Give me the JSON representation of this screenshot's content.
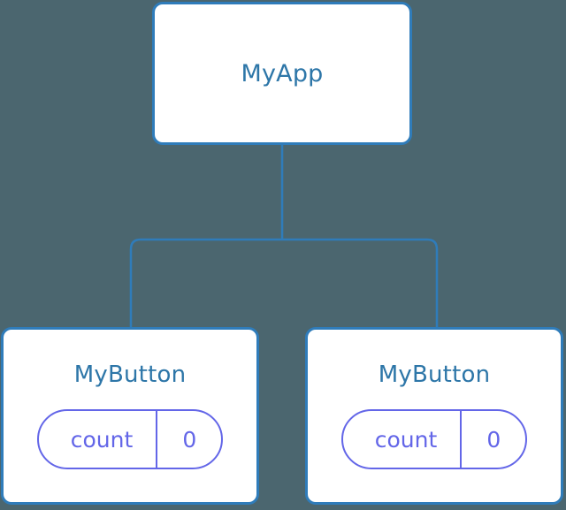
{
  "diagram": {
    "type": "component-tree",
    "background_color": "#4b666f",
    "node_border_color": "#2f7cba",
    "node_text_color": "#2d76a8",
    "state_color": "#6366e8",
    "connector_color": "#2f7cba",
    "root": {
      "label": "MyApp"
    },
    "children": [
      {
        "label": "MyButton",
        "state": {
          "key": "count",
          "value": "0"
        }
      },
      {
        "label": "MyButton",
        "state": {
          "key": "count",
          "value": "0"
        }
      }
    ]
  }
}
